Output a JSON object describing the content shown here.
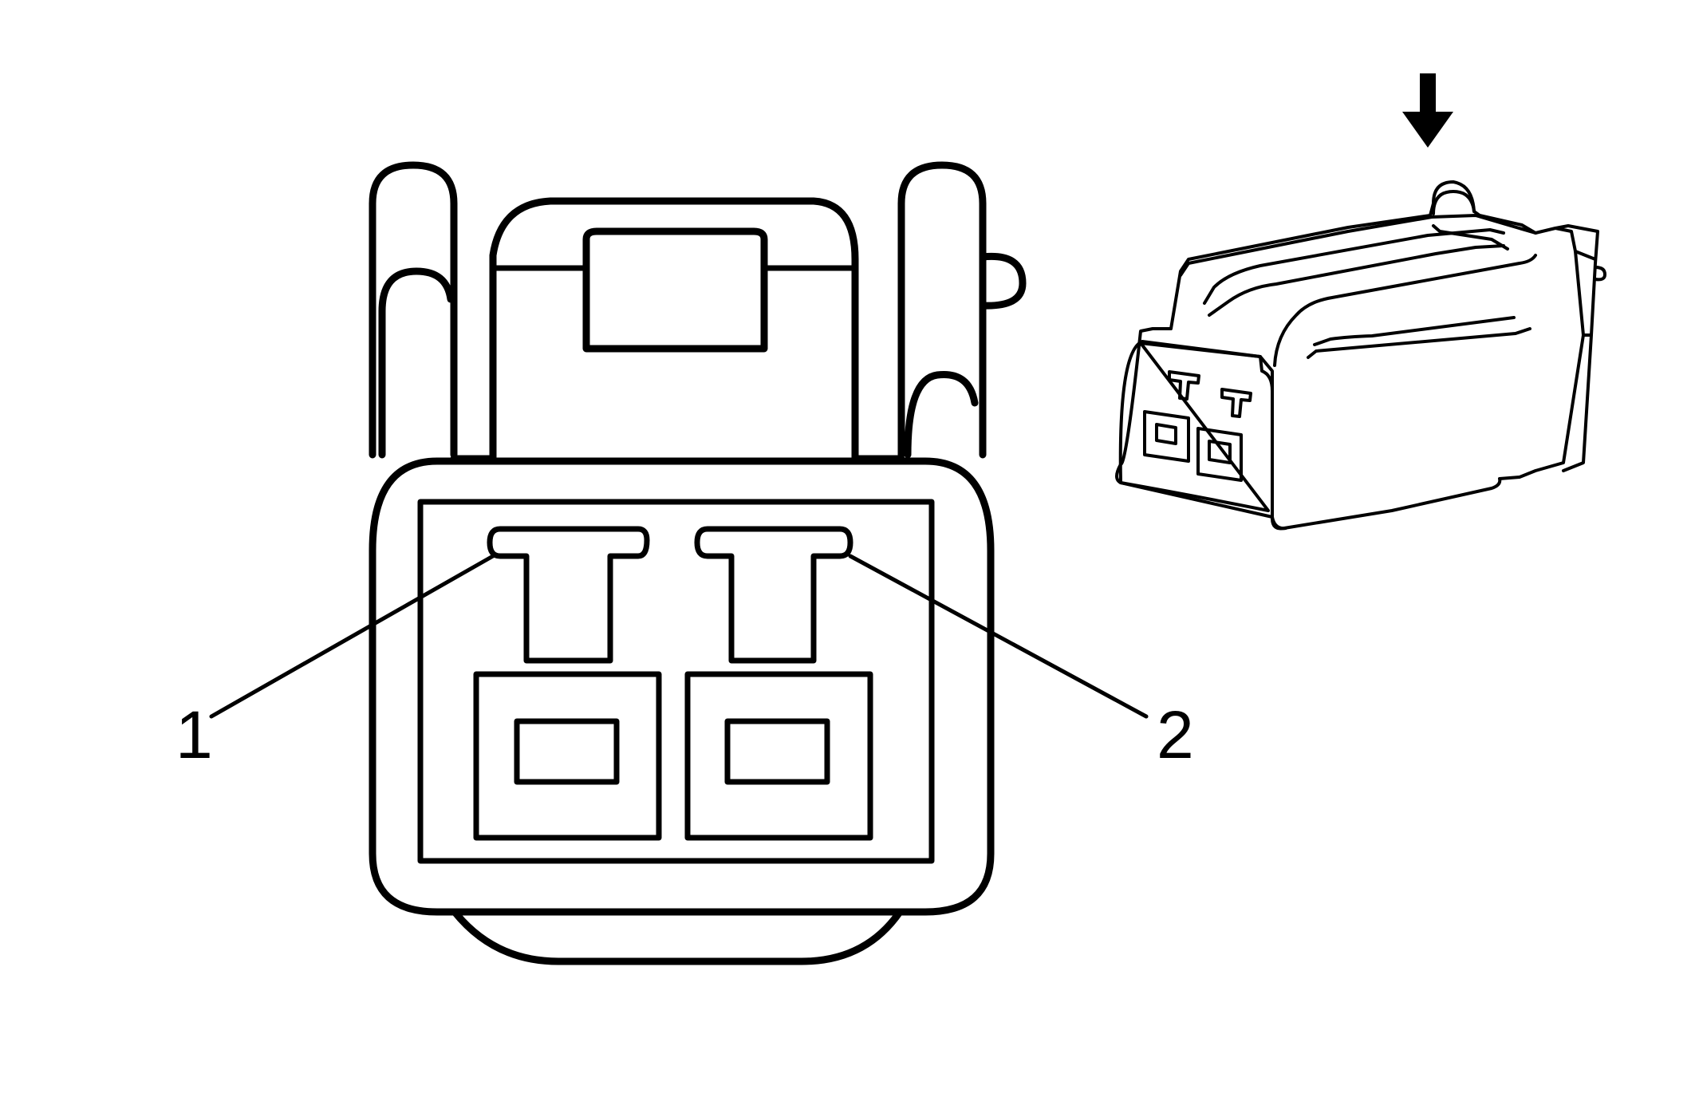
{
  "diagram": {
    "colors": {
      "line": "#000000",
      "background": "#ffffff"
    },
    "callouts": [
      {
        "id": "pin-1",
        "label": "1"
      },
      {
        "id": "pin-2",
        "label": "2"
      }
    ],
    "view_indicator": {
      "icon": "arrow-down-icon"
    }
  }
}
